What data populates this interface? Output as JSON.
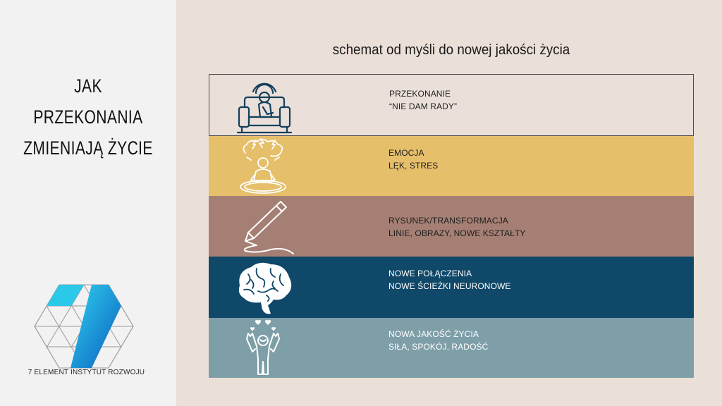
{
  "sidebar": {
    "title_line1": "JAK PRZEKONANIA",
    "title_line2": "ZMIENIAJĄ ŻYCIE",
    "logo_text": "7 ELEMENT INSTYTUT ROZWOJU"
  },
  "diagram": {
    "title": "schemat od myśli do nowej jakości życia",
    "steps": [
      {
        "line1": "PRZEKONANIE",
        "line2": "“NIE DAM RADY”",
        "icon": "person-on-couch-icon",
        "color": "#eae0d9"
      },
      {
        "line1": "EMOCJA",
        "line2": "LĘK, STRES",
        "icon": "stressed-person-icon",
        "color": "#e5bf6a"
      },
      {
        "line1": "RYSUNEK/TRANSFORMACJA",
        "line2": "LINIE, OBRAZY, NOWE KSZTAŁTY",
        "icon": "pencil-icon",
        "color": "#a57f73"
      },
      {
        "line1": "NOWE POŁĄCZENIA",
        "line2": "NOWE ŚCIEŻKI NEURONOWE",
        "icon": "brain-icon",
        "color": "#0f4868"
      },
      {
        "line1": "NOWA JAKOŚĆ ŻYCIA",
        "line2": "SIŁA, SPOKÓJ, RADOŚĆ",
        "icon": "happy-person-icon",
        "color": "#7e9ea8"
      }
    ]
  }
}
